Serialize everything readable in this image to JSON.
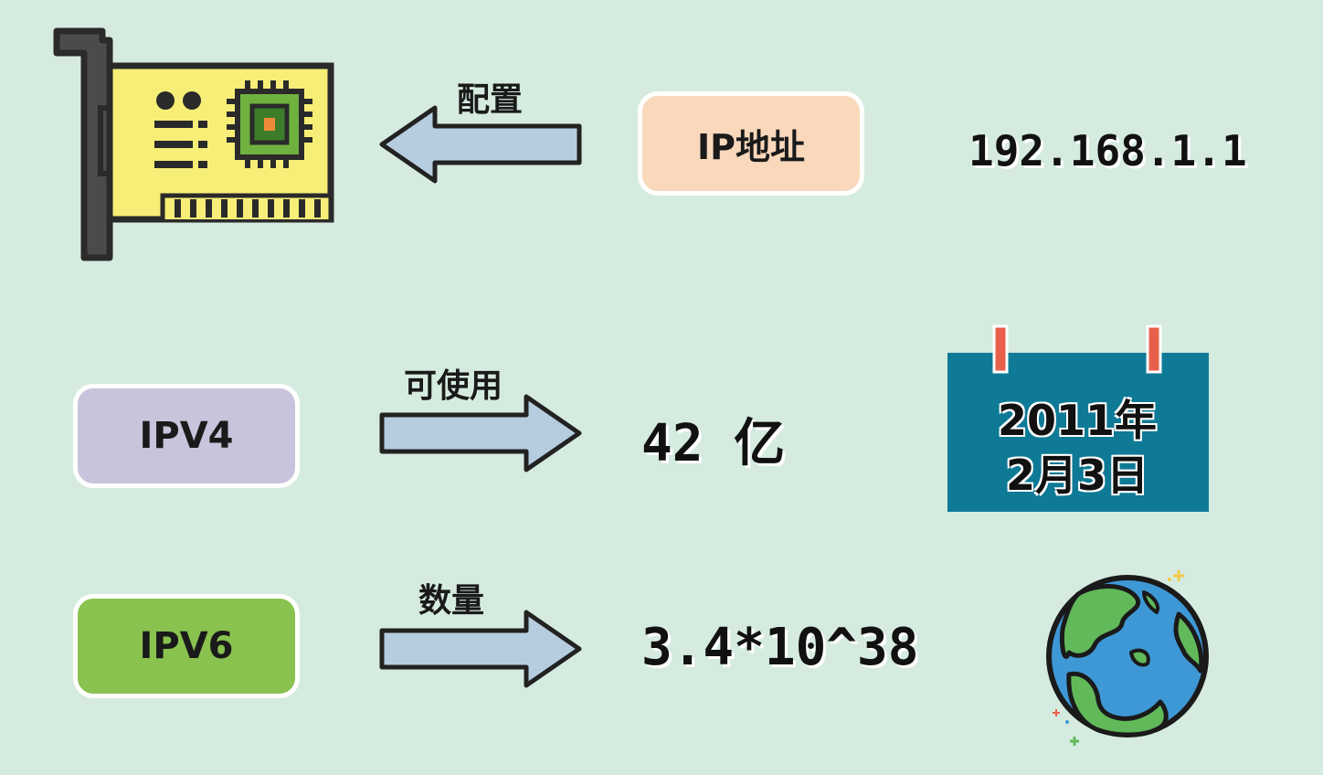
{
  "row1": {
    "arrow_label": "配置",
    "pill_label": "IP地址",
    "ip_value": "192.168.1.1"
  },
  "row2": {
    "pill_label": "IPV4",
    "arrow_label": "可使用",
    "amount": "42 亿",
    "calendar_line1": "2011年",
    "calendar_line2": "2月3日"
  },
  "row3": {
    "pill_label": "IPV6",
    "arrow_label": "数量",
    "amount": "3.4*10^38"
  },
  "colors": {
    "background": "#d6ebdf",
    "ip_address_pill": "#fad8bb",
    "ipv4_pill": "#c9c4dc",
    "ipv6_pill": "#89c24f",
    "arrow_fill": "#b6cde0",
    "nic_card": "#f7ee77",
    "calendar": "#0f7a96",
    "globe_water": "#3f98d6",
    "globe_land": "#62b95a"
  },
  "icons": [
    "network-card-icon",
    "calendar-icon",
    "globe-icon"
  ]
}
